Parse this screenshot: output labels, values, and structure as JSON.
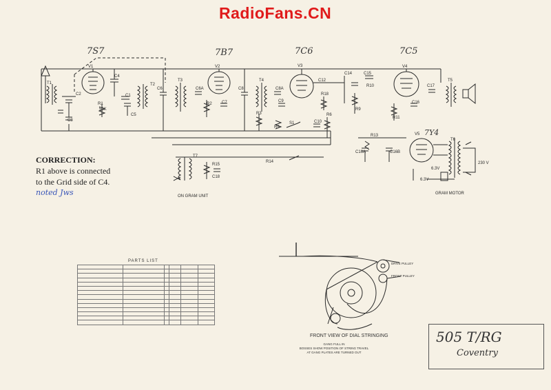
{
  "watermark": "RadioFans.CN",
  "tube_markings": {
    "v1": "7S7",
    "v2": "7B7",
    "v3": "7C6",
    "v4": "7C5",
    "v5": "7Y4"
  },
  "correction": {
    "heading": "CORRECTION:",
    "line1": "R1 above is connected",
    "line2": "to the Grid side of C4.",
    "note": "noted Jws"
  },
  "labels": {
    "gram_unit": "ON GRAM UNIT",
    "gram_motor": "GRAM MOTOR",
    "mains": "230 V",
    "heater_63_a": "6.3V",
    "heater_63_b": "6.3V",
    "drive_pulley": "DRIVE PULLEY",
    "front_pulley": "FRONT PULLEY"
  },
  "parts_list": {
    "title": "PARTS LIST"
  },
  "dial": {
    "caption": "FRONT VIEW OF DIAL STRINGING",
    "sub1": "GANG FULL IN",
    "sub2": "BOSSES SHOW POSITION OF STRING TRAVEL",
    "sub3": "AT GANG PLATES ARE TURNED OUT"
  },
  "stamp": {
    "model": "505 T/RG",
    "name": "Coventry"
  },
  "colors": {
    "paper": "#f6f1e5",
    "ink": "#2a2a2a",
    "watermark": "#e01a1a",
    "note_ink": "#3a56b8"
  }
}
